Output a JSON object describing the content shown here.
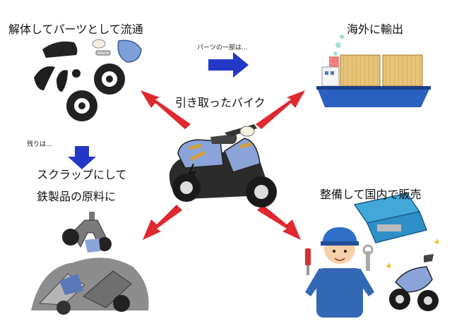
{
  "center": {
    "label": "引き取ったバイク"
  },
  "parts": {
    "label": "解体してパーツとして流通",
    "note": "パーツの一部は…"
  },
  "export": {
    "label": "海外に輸出"
  },
  "scrap": {
    "note": "残りは…",
    "line1": "スクラップにして",
    "line2": "鉄製品の原料に"
  },
  "resale": {
    "label": "整備して国内で販売"
  },
  "colors": {
    "red_arrow": "#e0282f",
    "blue_arrow": "#2438c8",
    "bike_blue": "#8aa3d8",
    "ship_hull": "#2a60c0"
  }
}
